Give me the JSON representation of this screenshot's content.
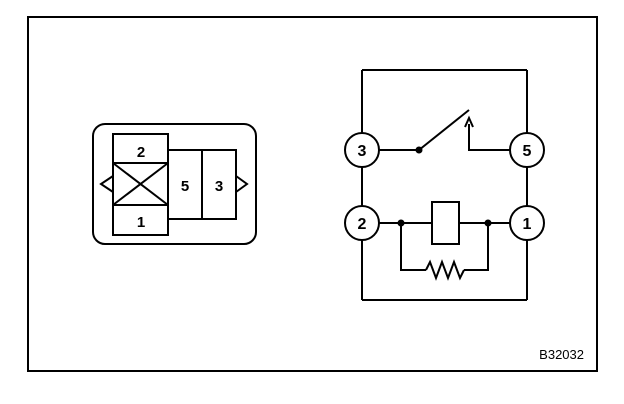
{
  "connector": {
    "pins": {
      "top": "2",
      "bottom": "1",
      "middle": "5",
      "right": "3"
    }
  },
  "schematic": {
    "terminals": {
      "top_left": "3",
      "top_right": "5",
      "bottom_left": "2",
      "bottom_right": "1"
    }
  },
  "figure_code": "B32032"
}
